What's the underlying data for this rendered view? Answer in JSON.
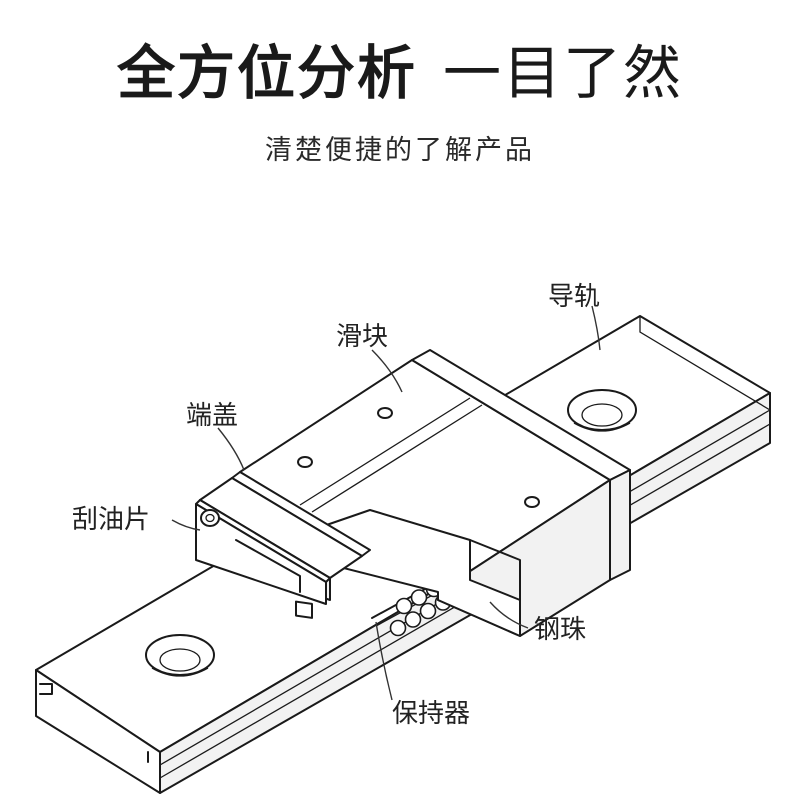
{
  "header": {
    "title_main": "全方位分析",
    "title_tail": "一目了然",
    "subtitle": "清楚便捷的了解产品"
  },
  "labels": {
    "rail": "导轨",
    "slider": "滑块",
    "end_cap": "端盖",
    "scraper": "刮油片",
    "steel_ball": "钢珠",
    "retainer": "保持器"
  }
}
